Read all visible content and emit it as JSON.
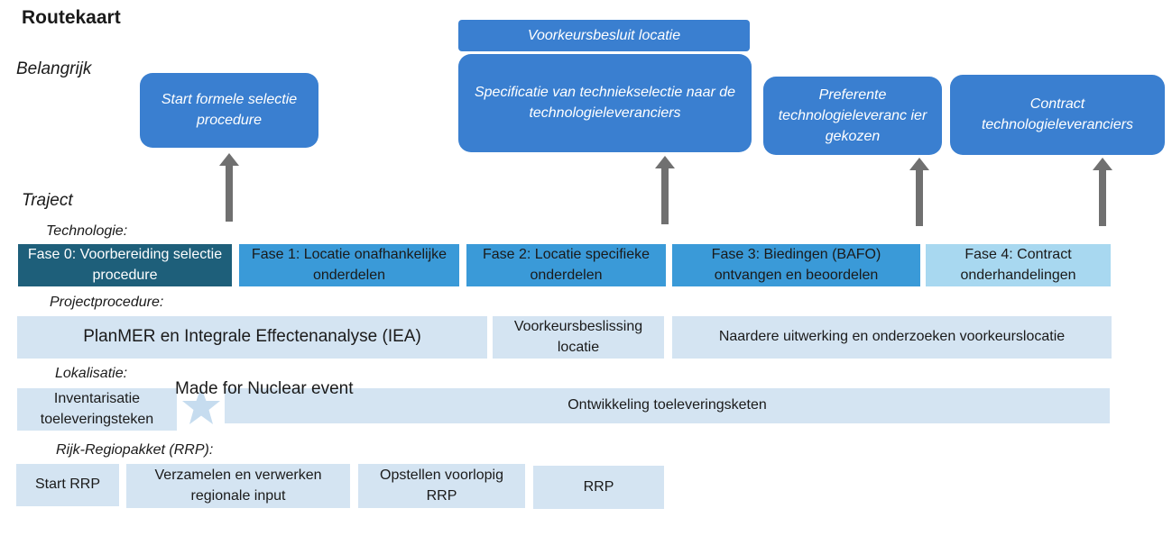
{
  "title": "Routekaart",
  "sections": {
    "belangrijk": "Belangrijk",
    "traject": "Traject"
  },
  "milestones": {
    "start_formele": "Start formele selectie procedure",
    "voorkeursbesluit": "Voorkeursbesluit locatie",
    "specificatie": "Specificatie van technieksele­ctie naar de technologieleveranciers",
    "preferente": "Preferente technologieleveranc ier gekozen",
    "contract": "Contract technologieleveranciers"
  },
  "technologie": {
    "label": "Technologie:",
    "phases": [
      "Fase 0: Voorbereiding selectie procedure",
      "Fase 1: Locatie onafhankelijke onderdelen",
      "Fase 2: Locatie specifieke onderdelen",
      "Fase 3: Biedingen (BAFO) ontvangen en beoordelen",
      "Fase 4: Contract onderhandelingen"
    ]
  },
  "projectprocedure": {
    "label": "Projectprocedure:",
    "items": [
      "PlanMER en Integrale Effectenanalyse (IEA)",
      "Voorkeursbeslissing locatie",
      "Naardere uitwerking en onderzoeken voorkeurslocatie"
    ]
  },
  "lokalisatie": {
    "label": "Lokalisatie:",
    "items": [
      "Inventarisatie toeleveringsteken",
      "Ontwikkeling toeleveringsketen"
    ],
    "event_label": "Made for Nuclear event",
    "event_icon": "star-icon"
  },
  "rrp": {
    "label": "Rijk-Regiopakket (RRP):",
    "items": [
      "Start RRP",
      "Verzamelen en verwerken regionale input",
      "Opstellen voorlopig RRP",
      "RRP"
    ]
  },
  "colors": {
    "milestone": "#3a7fd0",
    "phase_dark": "#1e5f7a",
    "phase_mid": "#3a9ad8",
    "phase_light": "#a8d8f0",
    "box_light": "#d4e4f2",
    "arrow": "#707070"
  }
}
